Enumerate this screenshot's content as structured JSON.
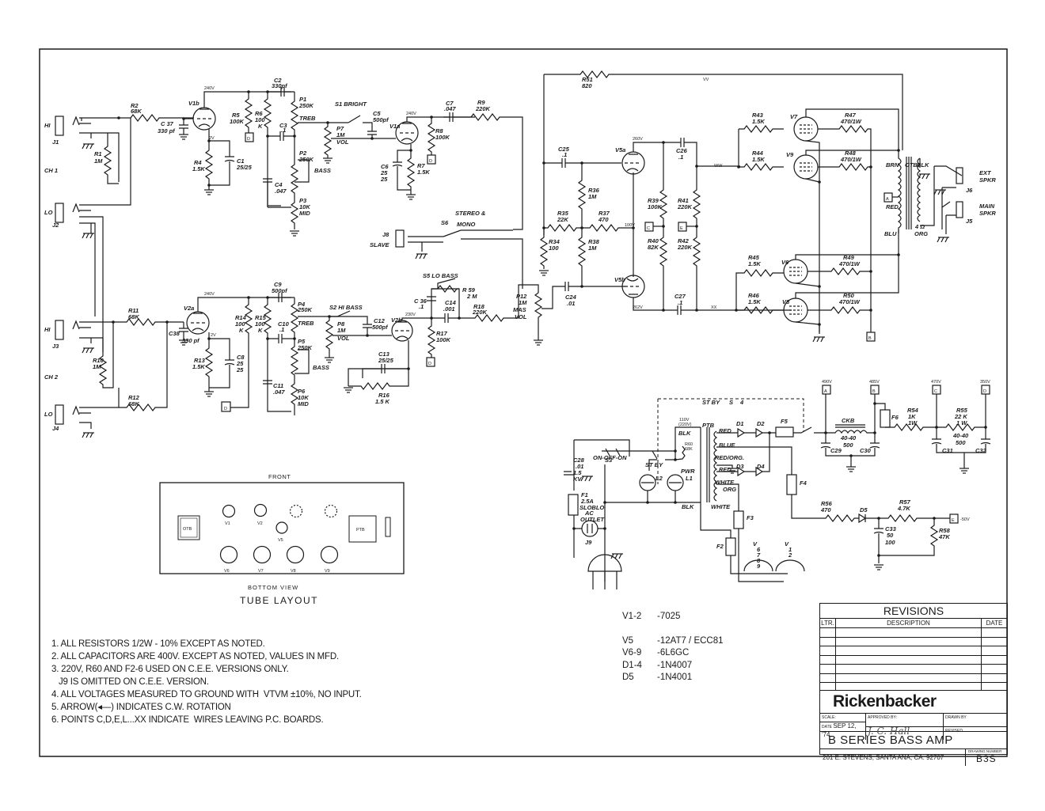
{
  "schematic": {
    "channel_labels": [
      "CH 1",
      "CH 2"
    ],
    "jacks": [
      {
        "ref": "J1",
        "label": "HI"
      },
      {
        "ref": "J2",
        "label": "LO"
      },
      {
        "ref": "J3",
        "label": "HI"
      },
      {
        "ref": "J4",
        "label": "LO"
      },
      {
        "ref": "J8",
        "label": "SLAVE"
      },
      {
        "ref": "J6",
        "label": "EXT SPKR"
      },
      {
        "ref": "J5",
        "label": "MAIN SPKR"
      },
      {
        "ref": "J9",
        "label": "AC OUTLET"
      }
    ],
    "tubes": [
      {
        "ref": "V1b",
        "voltage": "240V",
        "cathode": "2V"
      },
      {
        "ref": "V1a",
        "voltage": "240V",
        "cathode": "2V"
      },
      {
        "ref": "V2a",
        "voltage": "240V",
        "cathode": "2V"
      },
      {
        "ref": "V2b",
        "voltage": "230V"
      },
      {
        "ref": "V5a",
        "voltage": "260V"
      },
      {
        "ref": "V5b",
        "voltage": "262V"
      },
      {
        "ref": "V7"
      },
      {
        "ref": "V9"
      },
      {
        "ref": "V6"
      },
      {
        "ref": "V8"
      }
    ],
    "resistors": [
      {
        "ref": "R2",
        "value": "68K"
      },
      {
        "ref": "R1",
        "value": "1M"
      },
      {
        "ref": "R5",
        "value": "100K"
      },
      {
        "ref": "R6",
        "value": "100 K"
      },
      {
        "ref": "R4",
        "value": "1.5K"
      },
      {
        "ref": "R8",
        "value": "100K"
      },
      {
        "ref": "R7",
        "value": "1.5K"
      },
      {
        "ref": "R9",
        "value": "220K"
      },
      {
        "ref": "R11",
        "value": "68K"
      },
      {
        "ref": "R10",
        "value": "1M"
      },
      {
        "ref": "R12",
        "value": "68K"
      },
      {
        "ref": "R14",
        "value": "100 K"
      },
      {
        "ref": "R15",
        "value": "100 K"
      },
      {
        "ref": "R13",
        "value": "1.5K"
      },
      {
        "ref": "R16",
        "value": "1.5 K"
      },
      {
        "ref": "R17",
        "value": "100K"
      },
      {
        "ref": "R18",
        "value": "220K"
      },
      {
        "ref": "R 59",
        "value": "2 M"
      },
      {
        "ref": "R51",
        "value": "820"
      },
      {
        "ref": "R35",
        "value": "22K"
      },
      {
        "ref": "R36",
        "value": "1M"
      },
      {
        "ref": "R37",
        "value": "470"
      },
      {
        "ref": "R34",
        "value": "100"
      },
      {
        "ref": "R38",
        "value": "1M"
      },
      {
        "ref": "R39",
        "value": "100K"
      },
      {
        "ref": "R40",
        "value": "82K"
      },
      {
        "ref": "R41",
        "value": "220K"
      },
      {
        "ref": "R42",
        "value": "220K"
      },
      {
        "ref": "R43",
        "value": "1.5K"
      },
      {
        "ref": "R44",
        "value": "1.5K"
      },
      {
        "ref": "R45",
        "value": "1.5K"
      },
      {
        "ref": "R46",
        "value": "1.5K"
      },
      {
        "ref": "R47",
        "value": "470/1W"
      },
      {
        "ref": "R48",
        "value": "470/1W"
      },
      {
        "ref": "R49",
        "value": "470/1W"
      },
      {
        "ref": "R50",
        "value": "470/1W"
      },
      {
        "ref": "R54",
        "value": "1K 1W"
      },
      {
        "ref": "R55",
        "value": "22 K 1 W"
      },
      {
        "ref": "R56",
        "value": "470"
      },
      {
        "ref": "R57",
        "value": "4.7K"
      },
      {
        "ref": "R58",
        "value": "47K"
      },
      {
        "ref": "R60",
        "value": "68K"
      }
    ],
    "capacitors": [
      {
        "ref": "C 37",
        "value": "330 pf"
      },
      {
        "ref": "C1",
        "value": "25/25"
      },
      {
        "ref": "C2",
        "value": "330pf"
      },
      {
        "ref": "C3",
        "value": ".1"
      },
      {
        "ref": "C4",
        "value": ".047"
      },
      {
        "ref": "C5",
        "value": "500pf"
      },
      {
        "ref": "C6",
        "value": "25/25"
      },
      {
        "ref": "C7",
        "value": ".047"
      },
      {
        "ref": "C38",
        "value": "330 pf"
      },
      {
        "ref": "C8",
        "value": "25/25"
      },
      {
        "ref": "C9",
        "value": "500pf"
      },
      {
        "ref": "C10",
        "value": ".1"
      },
      {
        "ref": "C11",
        "value": ".047"
      },
      {
        "ref": "C12",
        "value": "500pf"
      },
      {
        "ref": "C13",
        "value": "25/25"
      },
      {
        "ref": "C 36",
        "value": ".1"
      },
      {
        "ref": "C14",
        "value": ".001"
      },
      {
        "ref": "C25",
        "value": ".1"
      },
      {
        "ref": "C24",
        "value": ".01"
      },
      {
        "ref": "C26",
        "value": ".1"
      },
      {
        "ref": "C27",
        "value": ".1"
      },
      {
        "ref": "C28",
        "value": ".01 1.5 KV"
      },
      {
        "ref": "C29",
        "value": "40-40 500"
      },
      {
        "ref": "C30",
        "value": ""
      },
      {
        "ref": "C31",
        "value": "40-40 500"
      },
      {
        "ref": "C32",
        "value": ""
      },
      {
        "ref": "C33",
        "value": "50/100"
      }
    ],
    "pots": [
      {
        "ref": "P1",
        "value": "250K",
        "label": "TREB"
      },
      {
        "ref": "P2",
        "value": "250K",
        "label": "BASS"
      },
      {
        "ref": "P3",
        "value": "10K",
        "label": "MID"
      },
      {
        "ref": "P7",
        "value": "1M",
        "label": "VOL"
      },
      {
        "ref": "P4",
        "value": "250K",
        "label": "TREB"
      },
      {
        "ref": "P5",
        "value": "250K",
        "label": "BASS"
      },
      {
        "ref": "P6",
        "value": "10K",
        "label": "MID"
      },
      {
        "ref": "P8",
        "value": "1M",
        "label": "VOL"
      },
      {
        "ref": "P12",
        "value": "1M",
        "label": "MAS VOL"
      }
    ],
    "switches": [
      {
        "ref": "S1",
        "label": "BRIGHT"
      },
      {
        "ref": "S2",
        "label": "HI BASS"
      },
      {
        "ref": "S5",
        "label": "LO BASS"
      },
      {
        "ref": "S6",
        "label": "STEREO & MONO"
      },
      {
        "ref": "S3",
        "label": "ON-OFF-ON"
      },
      {
        "ref": "S4",
        "label": "ST BY"
      }
    ],
    "power": {
      "ptb_label": "PTB",
      "primary_voltage": "110V (220V)",
      "windings": [
        "BLK",
        "RED",
        "BLUE",
        "RED/ORG.",
        "RED",
        "WHITE",
        "ORG",
        "WHITE",
        "BLK"
      ],
      "diodes": [
        "D1",
        "D2",
        "D3",
        "D4",
        "D5"
      ],
      "fuses": [
        {
          "ref": "F1",
          "value": "2.5A SLOBLO"
        },
        {
          "ref": "F2"
        },
        {
          "ref": "F3"
        },
        {
          "ref": "F4"
        },
        {
          "ref": "F5"
        },
        {
          "ref": "F6"
        }
      ],
      "lamps": [
        {
          "ref": "L2",
          "label": "ST BY"
        },
        {
          "ref": "L1",
          "label": "PWR"
        }
      ],
      "choke": "CKB",
      "rails": [
        {
          "point": "A",
          "voltage": "490V"
        },
        {
          "point": "B",
          "voltage": "485V"
        },
        {
          "point": "C",
          "voltage": "470V"
        },
        {
          "point": "D",
          "voltage": "350V"
        },
        {
          "point": "E",
          "voltage": "-50V"
        }
      ],
      "heater_labels": [
        "V 6 7 8 9",
        "V 1 2"
      ]
    },
    "output_transformer": {
      "label": "OTB",
      "leads": [
        "BRN",
        "RED",
        "BLU",
        "BLK",
        "ORG"
      ],
      "impedance": "4 Ω"
    },
    "net_labels": [
      "VV",
      "WW",
      "XX",
      "100V"
    ]
  },
  "tube_layout": {
    "front_label": "FRONT",
    "otb": "OTB",
    "ptb": "PTB",
    "top_row": [
      "V1",
      "V2"
    ],
    "middle": "V5",
    "bottom_row": [
      "V6",
      "V7",
      "V8",
      "V9"
    ],
    "caption_small": "BOTTOM VIEW",
    "caption": "TUBE LAYOUT"
  },
  "notes": [
    "1. ALL RESISTORS 1/2W - 10% EXCEPT AS NOTED.",
    "2. ALL CAPACITORS ARE 400V. EXCEPT AS NOTED, VALUES IN MFD.",
    "3. 220V, R60 AND F2-6 USED ON C.E.E. VERSIONS ONLY.",
    "   J9 IS OMITTED ON C.E.E. VERSION.",
    "4. ALL VOLTAGES MEASURED TO GROUND WITH  VTVM ±10%, NO INPUT.",
    "5. ARROW(◂—) INDICATES C.W. ROTATION",
    "6. POINTS C,D,E,L...XX INDICATE  WIRES LEAVING P.C. BOARDS."
  ],
  "tube_types": [
    {
      "ref": "V1-2",
      "type": "-7025"
    },
    {
      "ref": "V5",
      "type": "-12AT7 / ECC81"
    },
    {
      "ref": "V6-9",
      "type": "-6L6GC"
    },
    {
      "ref": "D1-4",
      "type": "-1N4007"
    },
    {
      "ref": "D5",
      "type": "-1N4001"
    }
  ],
  "title_block": {
    "revisions_title": "REVISIONS",
    "col_ltr": "LTR.",
    "col_description": "DESCRIPTION",
    "col_date": "DATE",
    "brand": "Rickenbacker",
    "scale_label": "SCALE:",
    "approved_label": "APPROVED BY:",
    "approved_sig": "J. C. Hall",
    "drawn_label": "DRAWN BY",
    "revised_label": "REVISED",
    "date_label": "DATE",
    "date_value": "SEP 12, '74",
    "title": "B SERIES  BASS  AMP",
    "address": "201 E. STEVENS, SANTA ANA, CA. 92707",
    "drawing_number_label": "DRAWING NUMBER",
    "drawing_number": "B3S"
  }
}
